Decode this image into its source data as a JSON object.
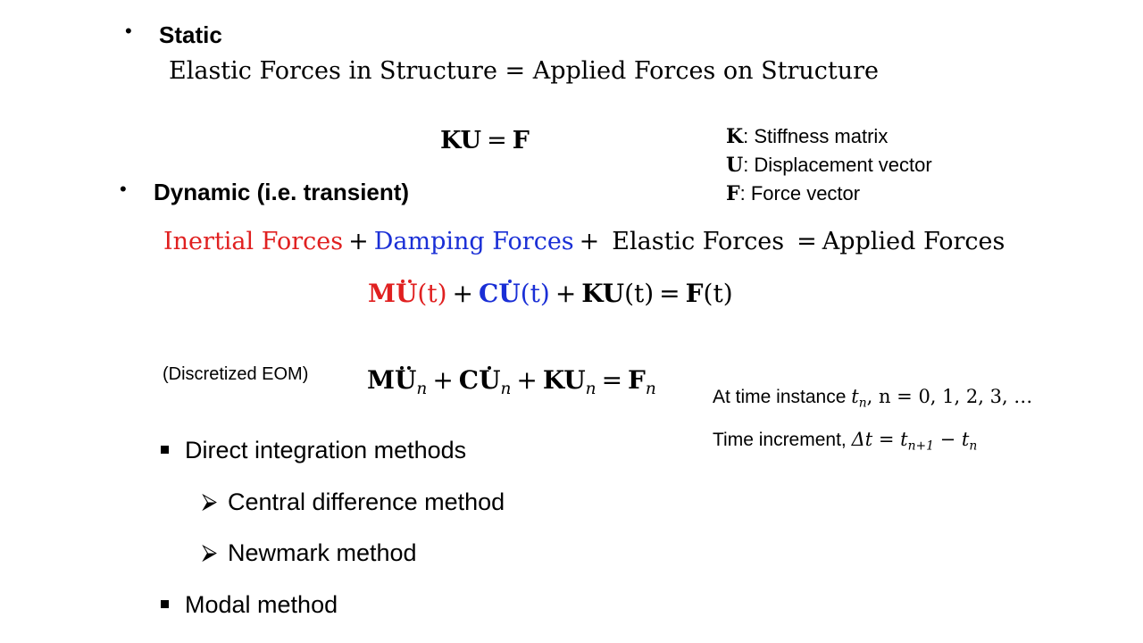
{
  "static_heading": "Static",
  "static_text": "Elastic Forces in Structure = Applied Forces on Structure",
  "static_eq": {
    "lhs": "KU",
    "eq": "=",
    "rhs": "F"
  },
  "legend": [
    {
      "sym": "K",
      "desc": ": Stiffness matrix"
    },
    {
      "sym": "U",
      "desc": ": Displacement vector"
    },
    {
      "sym": "F",
      "desc": ": Force vector"
    }
  ],
  "dynamic_heading": "Dynamic (i.e. transient)",
  "dynamic_text": {
    "inertial": "Inertial Forces",
    "plus1": "+",
    "damping": "Damping Forces",
    "plus2": "+",
    "elastic": "Elastic Forces",
    "eq": "=",
    "applied": "Applied Forces"
  },
  "eom": {
    "m": "M",
    "u1": "U",
    "t1": "(t)",
    "plus1": "+",
    "c": "C",
    "u2": "U",
    "t2": "(t)",
    "plus2": "+",
    "ku": "KU",
    "t3": "(t)",
    "eq": "=",
    "f": "F",
    "t4": "(t)"
  },
  "discretized_label": "(Discretized EOM)",
  "discrete_eom": {
    "m": "M",
    "u1": "U",
    "n1": "n",
    "plus1": "+",
    "c": "C",
    "u2": "U",
    "n2": "n",
    "plus2": "+",
    "ku": "KU",
    "n3": "n",
    "eq": "=",
    "f": "F",
    "n4": "n"
  },
  "time_instance": {
    "label": "At time instance ",
    "t": "t",
    "sub": "n",
    "rest": ", n = 0, 1, 2, 3, …"
  },
  "time_increment": {
    "label": "Time increment, ",
    "dt": "Δt = ",
    "t1": "t",
    "sub1": "n+1",
    "minus": " − ",
    "t2": "t",
    "sub2": "n"
  },
  "methods": [
    {
      "label": "Direct integration methods"
    },
    {
      "label": "Central difference method"
    },
    {
      "label": "Newmark method"
    },
    {
      "label": "Modal method"
    }
  ],
  "bullet_dot": "•",
  "arrow_symbol": "⮚"
}
